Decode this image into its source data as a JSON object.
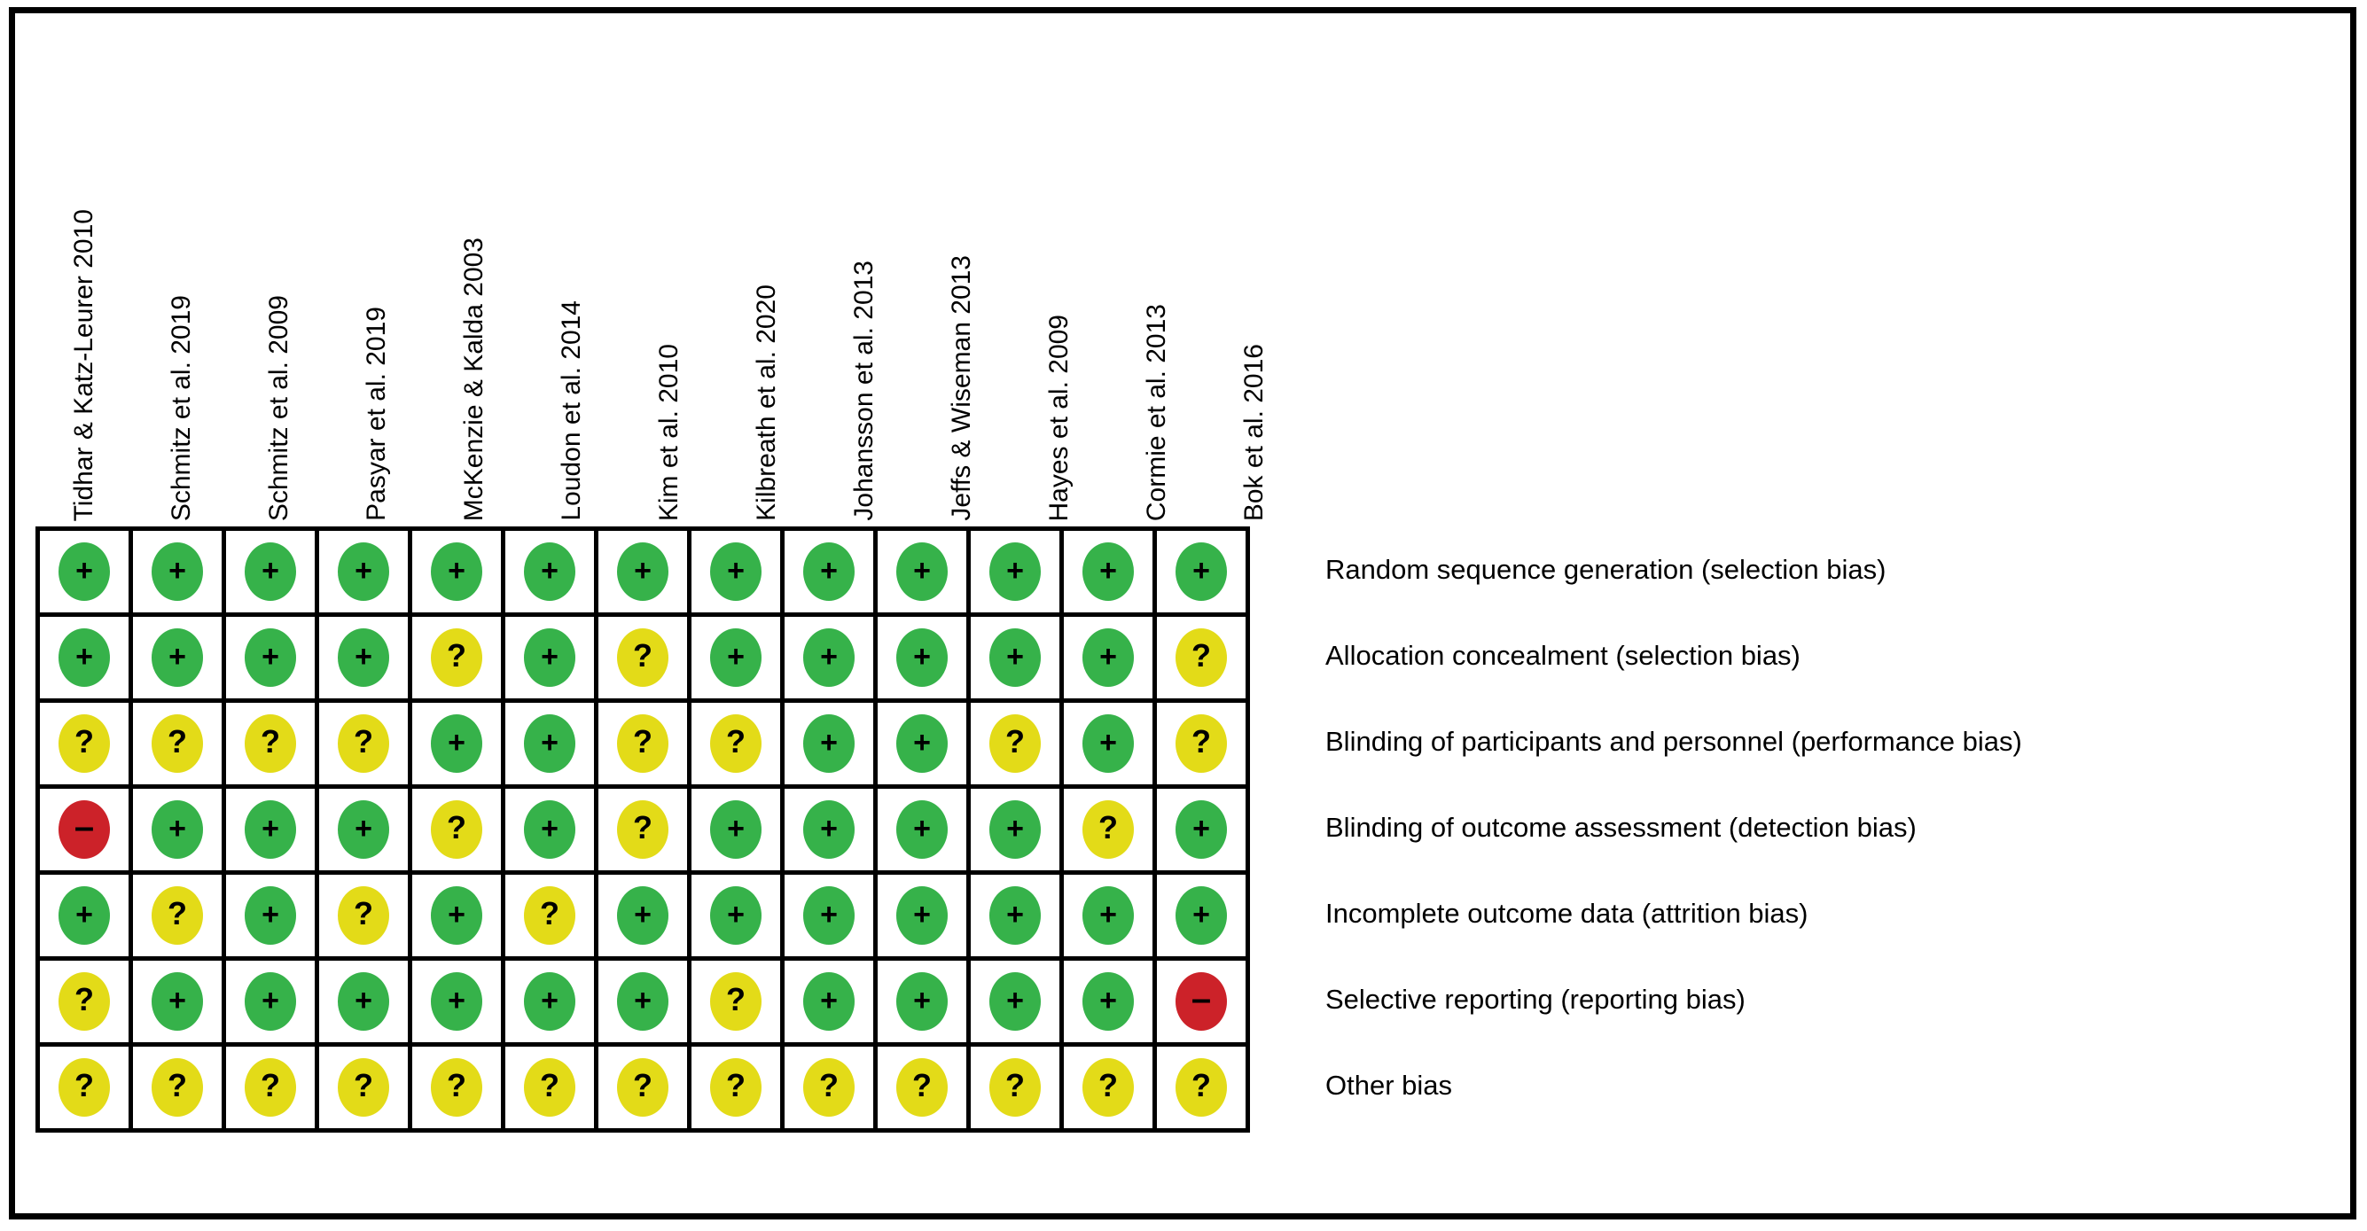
{
  "figure": {
    "type": "risk-of-bias-summary",
    "studies": [
      "Tidhar & Katz-Leurer 2010",
      "Schmitz et al. 2019",
      "Schmitz et al. 2009",
      "Pasyar et al. 2019",
      "McKenzie & Kalda 2003",
      "Loudon et al. 2014",
      "Kim et al. 2010",
      "Kilbreath et al. 2020",
      "Johansson et al. 2013",
      "Jeffs & Wiseman 2013",
      "Hayes et al. 2009",
      "Cormie et al. 2013",
      "Bok et al. 2016"
    ],
    "domains": [
      "Random sequence generation (selection bias)",
      "Allocation concealment (selection bias)",
      "Blinding of participants and personnel (performance bias)",
      "Blinding of outcome assessment (detection bias)",
      "Incomplete outcome data (attrition bias)",
      "Selective reporting (reporting bias)",
      "Other bias"
    ],
    "glyphs": {
      "low": "+",
      "unclear": "?",
      "high": "–"
    },
    "colors": {
      "low": "#36B24A",
      "unclear": "#E3DB18",
      "high": "#CC2229",
      "grid": "#000000",
      "background": "#FFFFFF"
    },
    "judgements": [
      [
        "low",
        "low",
        "low",
        "low",
        "low",
        "low",
        "low",
        "low",
        "low",
        "low",
        "low",
        "low",
        "low"
      ],
      [
        "low",
        "low",
        "low",
        "low",
        "unclear",
        "low",
        "unclear",
        "low",
        "low",
        "low",
        "low",
        "low",
        "unclear"
      ],
      [
        "unclear",
        "unclear",
        "unclear",
        "unclear",
        "low",
        "low",
        "unclear",
        "unclear",
        "low",
        "low",
        "unclear",
        "low",
        "unclear"
      ],
      [
        "high",
        "low",
        "low",
        "low",
        "unclear",
        "low",
        "unclear",
        "low",
        "low",
        "low",
        "low",
        "unclear",
        "low"
      ],
      [
        "low",
        "unclear",
        "low",
        "unclear",
        "low",
        "unclear",
        "low",
        "low",
        "low",
        "low",
        "low",
        "low",
        "low"
      ],
      [
        "unclear",
        "low",
        "low",
        "low",
        "low",
        "low",
        "low",
        "unclear",
        "low",
        "low",
        "low",
        "low",
        "high"
      ],
      [
        "unclear",
        "unclear",
        "unclear",
        "unclear",
        "unclear",
        "unclear",
        "unclear",
        "unclear",
        "unclear",
        "unclear",
        "unclear",
        "unclear",
        "unclear"
      ]
    ]
  }
}
